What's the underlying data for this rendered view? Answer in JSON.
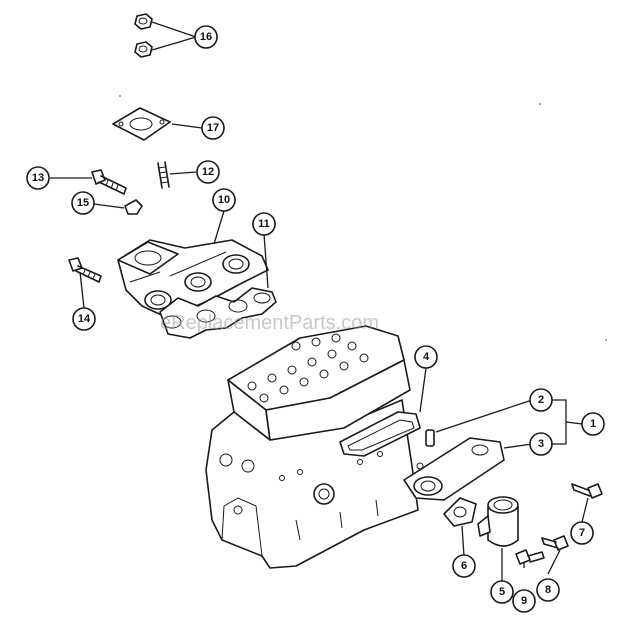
{
  "watermark": "eReplacementParts.com",
  "callouts": [
    "1",
    "2",
    "3",
    "4",
    "5",
    "6",
    "7",
    "8",
    "9",
    "10",
    "11",
    "12",
    "13",
    "14",
    "15",
    "16",
    "17"
  ],
  "parts": {
    "hex_nuts": "hex-nut-icon",
    "flange_gasket": "flange-gasket-icon",
    "stud": "stud-icon",
    "cap_screw": "cap-screw-icon",
    "clip": "clip-icon",
    "exhaust_manifold": "exhaust-manifold-icon",
    "manifold_gasket": "manifold-gasket-icon",
    "engine_block": "engine-block-icon"
  }
}
